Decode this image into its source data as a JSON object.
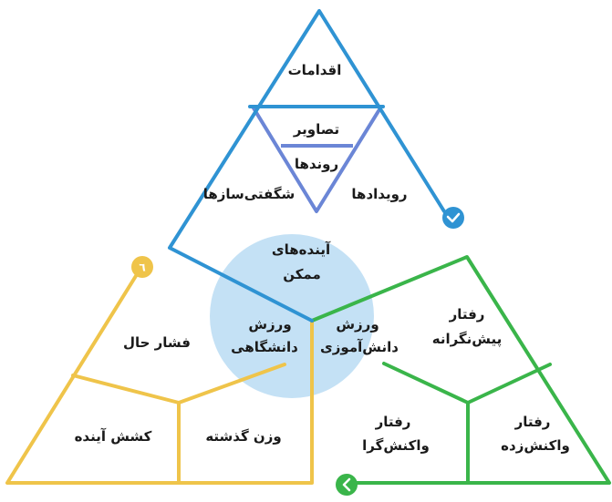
{
  "colors": {
    "blue": "#2f93d3",
    "blue_inner": "#6b86d6",
    "green": "#3ab54a",
    "yellow": "#efc44a",
    "center_circle": "#c4e1f5",
    "background": "#ffffff"
  },
  "blue_triangle": {
    "top_label": "اقدامات",
    "inner_labels": [
      "تصاویر",
      "روندها"
    ],
    "left_label": "شگفتی‌سازها",
    "right_label": "رویدادها",
    "badge_icon": "check-arrow-icon"
  },
  "center": {
    "line1": "آینده‌های",
    "line2": "ممکن",
    "left_line1": "ورزش",
    "left_line2": "دانشگاهی",
    "right_line1": "ورزش",
    "right_line2": "دانش‌آموزی"
  },
  "green_triangle": {
    "top_line1": "رفتار",
    "top_line2": "پیش‌نگرانه",
    "bottom_left_line1": "رفتار",
    "bottom_left_line2": "واکنش‌گرا",
    "bottom_right_line1": "رفتار",
    "bottom_right_line2": "واکنش‌زده",
    "badge_icon": "chevron-left-icon"
  },
  "yellow_triangle": {
    "top_label": "فشار حال",
    "bottom_left_label": "کشش آینده",
    "bottom_right_label": "وزن گذشته",
    "badge_icon": "number-six-icon"
  }
}
